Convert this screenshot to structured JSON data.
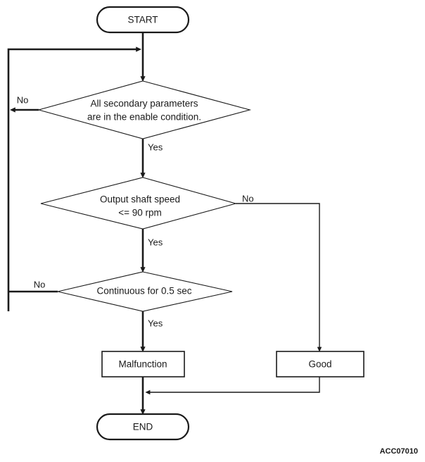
{
  "figure": {
    "id_label": "ACC07010",
    "background_color": "#ffffff",
    "line_color": "#1a1a1a"
  },
  "diagram": {
    "type": "flowchart",
    "nodes": [
      {
        "key": "start",
        "shape": "terminator",
        "label": "START"
      },
      {
        "key": "secondary_parameters",
        "shape": "decision",
        "label_line_1": "All secondary parameters",
        "label_line_2": "are in the enable condition."
      },
      {
        "key": "output_shaft_speed",
        "shape": "decision",
        "label_line_1": "Output shaft speed",
        "label_line_2": "<= 90 rpm"
      },
      {
        "key": "continuous",
        "shape": "decision",
        "label_line_1": "Continuous for 0.5 sec"
      },
      {
        "key": "malfunction",
        "shape": "process",
        "label": "Malfunction"
      },
      {
        "key": "good",
        "shape": "process",
        "label": "Good"
      },
      {
        "key": "end",
        "shape": "terminator",
        "label": "END"
      }
    ],
    "edge_labels": {
      "secondary_no": "No",
      "secondary_yes": "Yes",
      "speed_no": "No",
      "speed_yes": "Yes",
      "continuous_no": "No",
      "continuous_yes": "Yes"
    }
  }
}
